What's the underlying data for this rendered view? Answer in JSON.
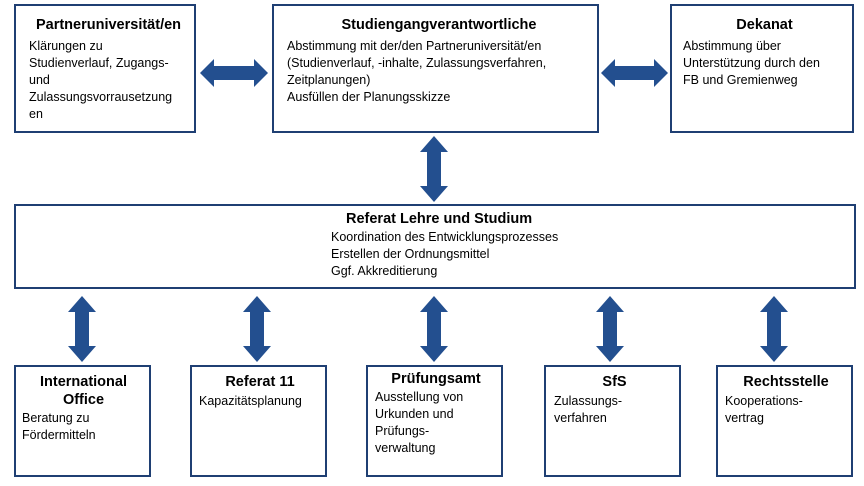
{
  "colors": {
    "border": "#1f3f73",
    "arrow": "#234f8f"
  },
  "partner": {
    "title": "Partneruniversität/en",
    "lines": [
      "Klärungen zu",
      "Studienverlauf, Zugangs-",
      "und",
      "Zulassungsvorrausetzung",
      "en"
    ]
  },
  "studiengang": {
    "title": "Studiengangverantwortliche",
    "lines": [
      "Abstimmung mit der/den Partneruniversität/en",
      "(Studienverlauf, -inhalte, Zulassungsverfahren,",
      "Zeitplanungen)",
      "Ausfüllen der Planungsskizze"
    ]
  },
  "dekanat": {
    "title": "Dekanat",
    "lines": [
      "Abstimmung über",
      "Unterstützung durch den",
      "FB und Gremienweg"
    ]
  },
  "referat_ls": {
    "title": "Referat Lehre und Studium",
    "lines": [
      "Koordination des Entwicklungsprozesses",
      "Erstellen der Ordnungsmittel",
      "Ggf. Akkreditierung"
    ]
  },
  "international": {
    "title_lines": [
      "International",
      "Office"
    ],
    "lines": [
      "Beratung zu",
      "Fördermitteln"
    ]
  },
  "referat11": {
    "title": "Referat 11",
    "lines": [
      "Kapazitätsplanung"
    ]
  },
  "pruefungsamt": {
    "title": "Prüfungsamt",
    "lines": [
      "Ausstellung von",
      "Urkunden und",
      "Prüfungs-",
      "verwaltung"
    ]
  },
  "sfs": {
    "title": "SfS",
    "lines": [
      "Zulassungs-",
      "verfahren"
    ]
  },
  "rechtsstelle": {
    "title": "Rechtsstelle",
    "lines": [
      "Kooperations-",
      "vertrag"
    ]
  }
}
